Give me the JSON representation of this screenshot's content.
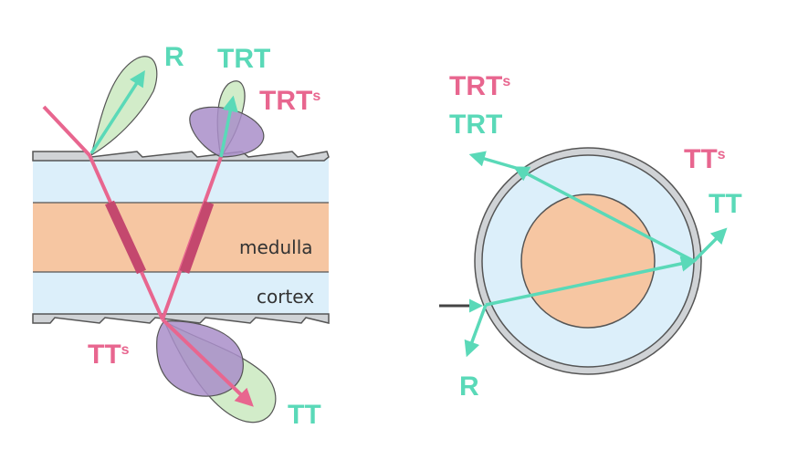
{
  "left_panel": {
    "layers": {
      "medulla": "medulla",
      "cortex": "cortex"
    },
    "labels": {
      "r": "R",
      "trt": "TRT",
      "trts_base": "TRT",
      "trts_sup": "s",
      "tts_base": "TT",
      "tts_sup": "s",
      "tt": "TT"
    }
  },
  "right_panel": {
    "labels": {
      "trts_base": "TRT",
      "trts_sup": "s",
      "trt": "TRT",
      "tts_base": "TT",
      "tts_sup": "s",
      "tt": "TT",
      "r": "R"
    }
  },
  "colors": {
    "teal": "#5ad9b8",
    "pink": "#e8668f",
    "dark_pink": "#c4486e",
    "cortex": "#dceffa",
    "medulla": "#f6c6a2",
    "lobe_green": "#d2ecc9",
    "lobe_purple": "#a98ec9"
  }
}
